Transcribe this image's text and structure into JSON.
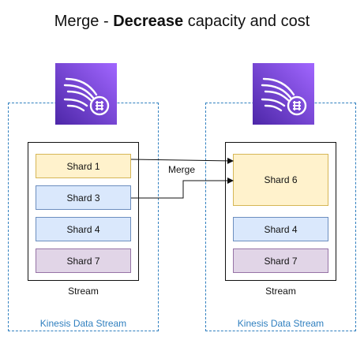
{
  "title": {
    "prefix": "Merge - ",
    "emphasis": "Decrease",
    "suffix": " capacity and cost"
  },
  "colors": {
    "group_border": "#2f7fbf",
    "icon_purple": "#8c4fff",
    "shard_yellow_fill": "#fff2cc",
    "shard_yellow_border": "#d6b656",
    "shard_blue_fill": "#dae8fc",
    "shard_blue_border": "#6c8ebf",
    "shard_purple_fill": "#e1d5e7",
    "shard_purple_border": "#9673a6"
  },
  "left": {
    "group_label": "Kinesis Data Stream",
    "stream_label": "Stream",
    "icon": "kinesis-data-streams-icon",
    "shards": [
      "Shard 1",
      "Shard 3",
      "Shard 4",
      "Shard 7"
    ]
  },
  "right": {
    "group_label": "Kinesis Data Stream",
    "stream_label": "Stream",
    "icon": "kinesis-data-streams-icon",
    "shards": [
      "Shard 6",
      "Shard 4",
      "Shard 7"
    ]
  },
  "connector": {
    "label": "Merge"
  }
}
